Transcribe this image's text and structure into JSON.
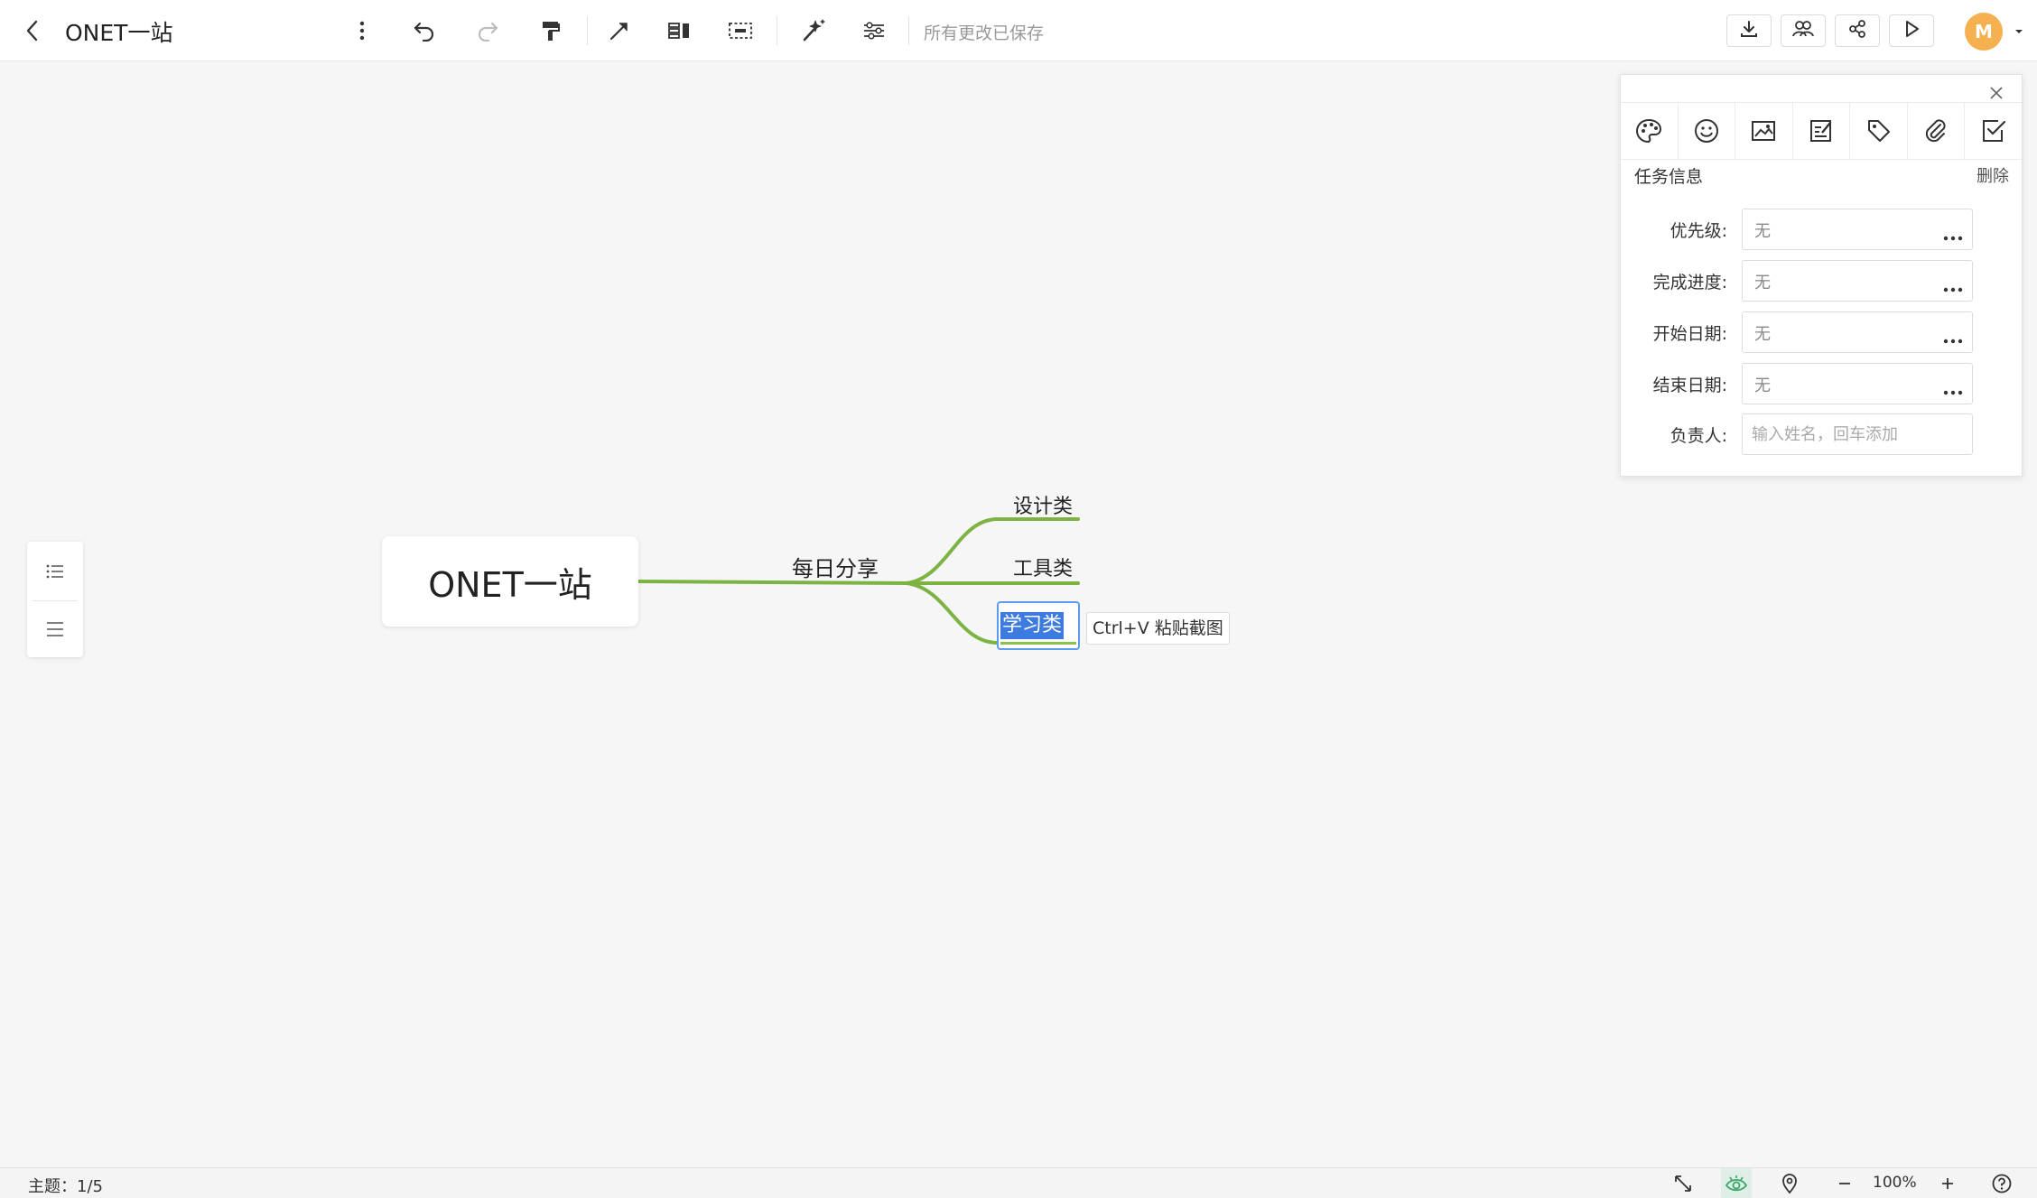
{
  "toolbar": {
    "back_label": "back",
    "title": "ONET一站",
    "save_status": "所有更改已保存",
    "icons": [
      "more-vertical-icon",
      "undo-icon",
      "redo-icon",
      "format-painter-icon",
      "connector-arrow-icon",
      "layout-icon",
      "summary-frame-icon",
      "magic-wand-icon",
      "structure-icon"
    ],
    "right_icons": [
      "download-icon",
      "collaborate-icon",
      "share-icon",
      "present-play-icon"
    ],
    "avatar_initial": "M",
    "avatar_color": "#f5b04f"
  },
  "mindmap": {
    "root": "ONET一站",
    "branch": "每日分享",
    "children": [
      {
        "label": "设计类"
      },
      {
        "label": "工具类"
      },
      {
        "label": "学习类",
        "editing": true
      }
    ],
    "line_color": "#7cb342",
    "paste_tip": "Ctrl+V 粘贴截图"
  },
  "task_panel": {
    "tabs": [
      "style-palette-icon",
      "emoji-icon",
      "image-icon",
      "note-icon",
      "tag-icon",
      "attachment-icon",
      "task-check-icon"
    ],
    "active_tab": "task-check-icon",
    "title": "任务信息",
    "delete_label": "删除",
    "fields": [
      {
        "label": "优先级:",
        "value": "无"
      },
      {
        "label": "完成进度:",
        "value": "无"
      },
      {
        "label": "开始日期:",
        "value": "无"
      },
      {
        "label": "结束日期:",
        "value": "无"
      }
    ],
    "assignee": {
      "label": "负责人:",
      "placeholder": "输入姓名，回车添加"
    }
  },
  "statusbar": {
    "topics": "主题：1/5",
    "zoom": "100%",
    "icons": [
      "fit-screen-icon",
      "eye-icon",
      "locate-icon",
      "zoom-out-icon",
      "zoom-in-icon",
      "help-icon"
    ]
  }
}
